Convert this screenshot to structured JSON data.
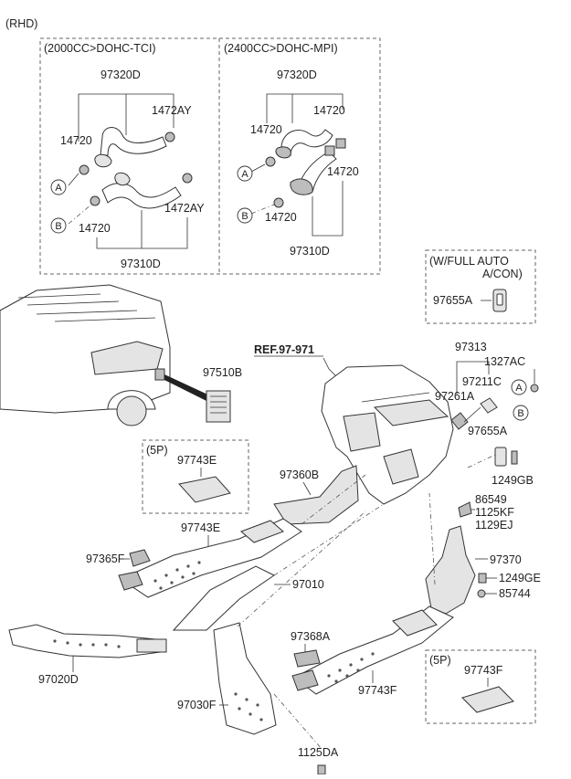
{
  "variant": "(RHD)",
  "engine_boxes": {
    "left_title": "(2000CC>DOHC-TCI)",
    "right_title": "(2400CC>DOHC-MPI)"
  },
  "option_box": {
    "title_line1": "(W/FULL AUTO",
    "title_line2": "A/CON)",
    "part": "97655A"
  },
  "five_p_label": "(5P)",
  "reference": "REF.97-971",
  "markers": {
    "a": "A",
    "b": "B"
  },
  "labels": {
    "hose_upper_left": "97320D",
    "clamp_1472ay_top": "1472AY",
    "clamp_14720_left_top": "14720",
    "clamp_14720_left_bottom": "14720",
    "clamp_1472ay_bottom": "1472AY",
    "hose_lower_left": "97310D",
    "hose_upper_right": "97320D",
    "clamp_14720_right_a": "14720",
    "clamp_14720_right_b": "14720",
    "clamp_14720_right_c": "14720",
    "clamp_14720_right_d": "14720",
    "hose_lower_right": "97310D",
    "vent_97510b": "97510B",
    "p97313": "97313",
    "p1327ac": "1327AC",
    "p97211c": "97211C",
    "p97261a": "97261A",
    "p97655a": "97655A",
    "p1249gb": "1249GB",
    "p86549": "86549",
    "p1125kf": "1125KF",
    "p1129ej": "1129EJ",
    "p97743e_box": "97743E",
    "p97360b": "97360B",
    "p97743e": "97743E",
    "p97365f": "97365F",
    "p97010": "97010",
    "p97370": "97370",
    "p1249ge": "1249GE",
    "p85744": "85744",
    "p97020d": "97020D",
    "p97368a": "97368A",
    "p97743f": "97743F",
    "p97743f_box": "97743F",
    "p97030f": "97030F",
    "p1125da": "1125DA"
  }
}
